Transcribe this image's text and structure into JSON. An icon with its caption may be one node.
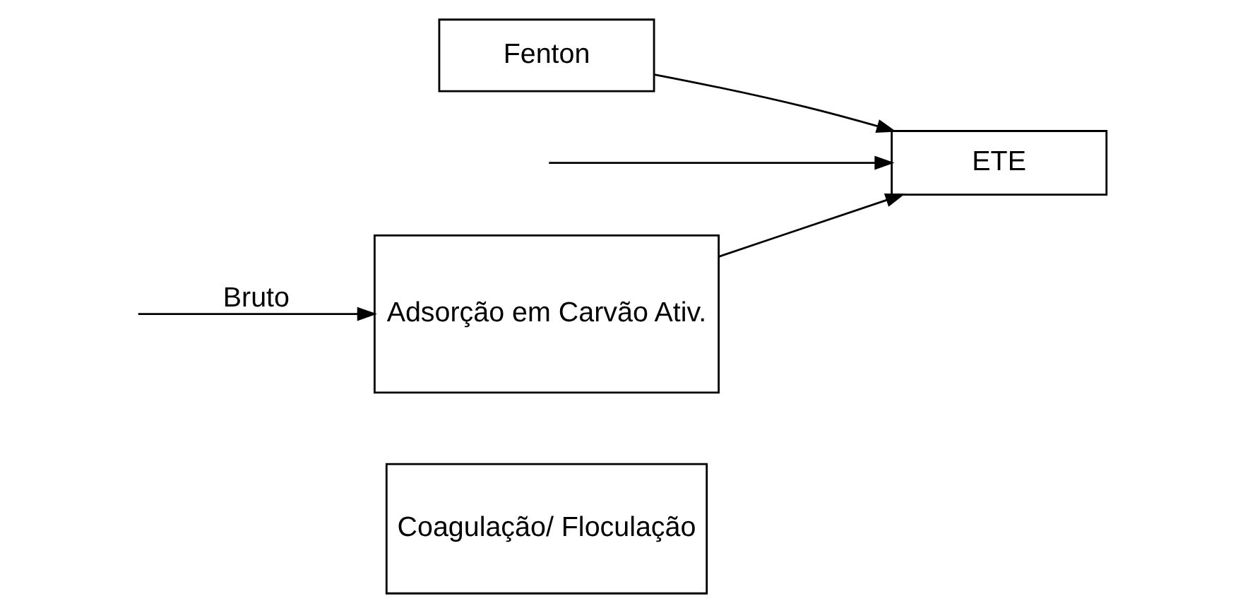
{
  "diagram": {
    "nodes": [
      {
        "text": [
          "Coagulação/ Floculação"
        ]
      },
      {
        "text": [
          "Adsorção em Carvão Ativ."
        ]
      },
      {
        "text": [
          "Fenton"
        ]
      },
      {
        "text": [
          "ETE"
        ]
      }
    ],
    "edges": [
      {
        "from": null,
        "to": 1,
        "arrow": "to",
        "label": "Bruto"
      },
      {
        "from": null,
        "to": 3,
        "arrow": "to"
      },
      {
        "from": 1,
        "to": 3,
        "arrow": "to"
      },
      {
        "from": 2,
        "to": 3,
        "arrow": "to"
      }
    ]
  }
}
